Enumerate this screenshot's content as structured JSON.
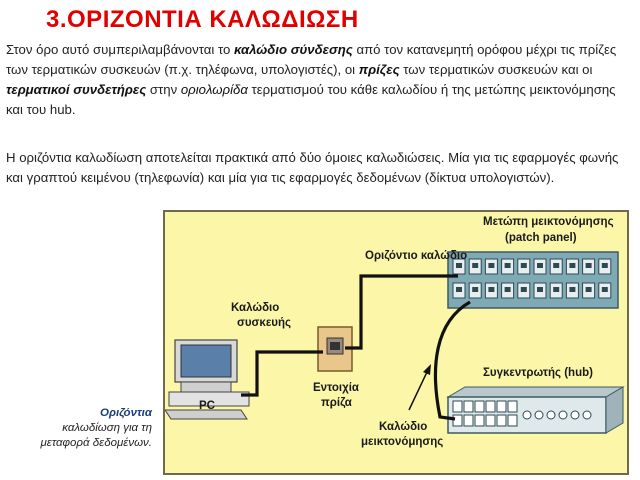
{
  "title": "3.ΟΡΙΖΟΝΤΙΑ ΚΑΛΩΔΙΩΣΗ",
  "paragraph1": {
    "t1": "Στον όρο αυτό συμπεριλαμβάνονται το ",
    "e1": "καλώδιο σύνδεσης",
    "t2": " από τον κατανεμητή ορόφου μέχρι τις πρίζες των τερματικών συσκευών (π.χ. τηλέφωνα, υπολογιστές), οι ",
    "e2": "πρίζες",
    "t3": " των τερματικών συσκευών και οι ",
    "e3": "τερματικοί συνδετήρες",
    "t4": " στην ",
    "e4": "οριολωρίδα",
    "t5": " τερματισμού του κάθε καλωδίου ή της μετώπης μεικτονόμησης και του hub."
  },
  "paragraph2": "Η οριζόντια καλωδίωση αποτελείται πρακτικά από δύο όμοιες καλωδιώσεις. Μία για τις εφαρμογές φωνής και γραπτού κειμένου (τηλεφωνία) και μία για τις εφαρμογές δεδομένων (δίκτυα υπολογιστών).",
  "caption": {
    "em": "Οριζόντια",
    "rest": "καλωδίωση για τη μεταφορά δεδομένων."
  },
  "figure": {
    "patch_panel_title": "Μετώπη μεικτονόμησης",
    "patch_panel_subtitle": "(patch panel)",
    "horizontal_cable": "Οριζόντιο καλώδιο",
    "device_cable_1": "Καλώδιο",
    "device_cable_2": "συσκευής",
    "outlet_1": "Εντοιχία",
    "outlet_2": "πρίζα",
    "pc": "PC",
    "hub": "Συγκεντρωτής (hub)",
    "patch_cable_1": "Καλώδιο",
    "patch_cable_2": "μεικτονόμησης"
  },
  "colors": {
    "title": "#e00000",
    "figure_background": "#fbf6a8",
    "panel": "#7fa9b4",
    "cable": "#111111"
  }
}
